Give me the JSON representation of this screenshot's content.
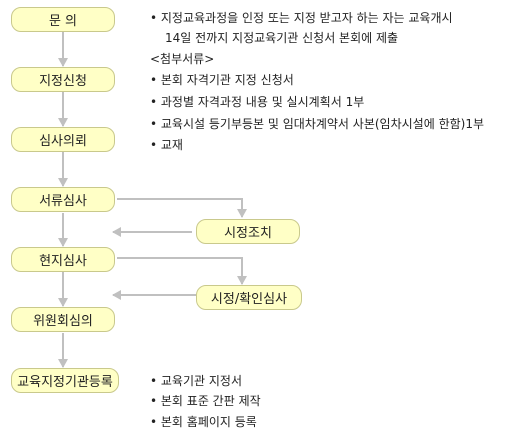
{
  "colors": {
    "node_fill": "#ffffc6",
    "node_border": "#c9c98c",
    "arrow": "#c0c0c0"
  },
  "flow": {
    "nodes": {
      "inquiry": "문  의",
      "apply": "지정신청",
      "request_review": "심사의뢰",
      "doc_review": "서류심사",
      "correction": "시정조치",
      "site_review": "현지심사",
      "confirm": "시정/확인심사",
      "committee": "위원회심의",
      "register": "교육지정기관등록"
    }
  },
  "notes": {
    "top": {
      "line1": "• 지정교육과정을 인정 또는 지정 받고자 하는 자는 교육개시",
      "line2": "14일 전까지 지정교육기관 신청서 본회에 제출",
      "attach_title": "<첨부서류>",
      "items": [
        "• 본회 자격기관 지정 신청서",
        "• 과정별 자격과정 내용 및 실시계획서 1부",
        "• 교육시설 등기부등본 및 임대차계약서 사본(임차시설에 한함)1부",
        "• 교재"
      ]
    },
    "bottom": {
      "items": [
        "• 교육기관 지정서",
        "• 본회 표준 간판 제작",
        "• 본회 홈페이지 등록"
      ]
    }
  }
}
